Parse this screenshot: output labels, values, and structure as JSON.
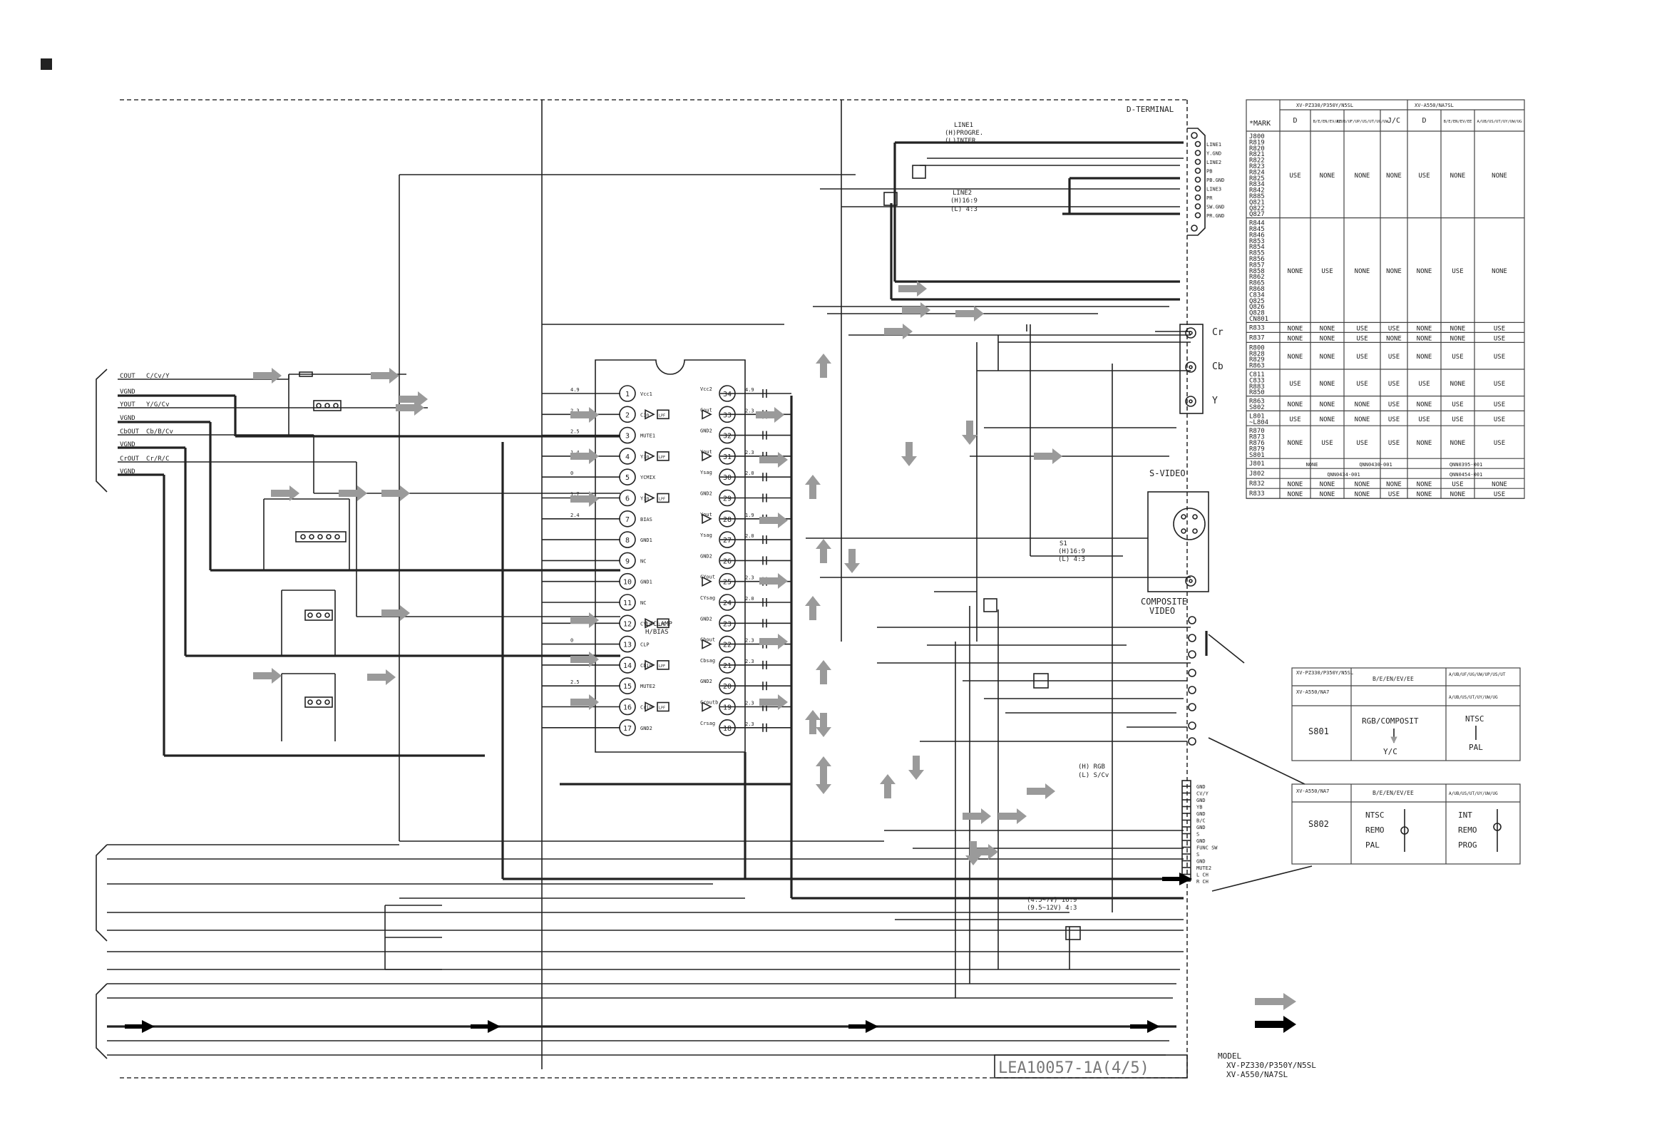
{
  "d_terminal": {
    "title": "D-TERMINAL",
    "pins": [
      "LINE1",
      "Y.GND",
      "LINE2",
      "PB",
      "PB.GND",
      "LINE3",
      "PR",
      "SW.GND",
      "PR.GND"
    ]
  },
  "line_labels": {
    "line1": [
      "LINE1",
      "(H)PROGRE.",
      "(L)INTER."
    ],
    "line2": [
      "LINE2",
      "(H)16:9",
      "(L) 4:3"
    ],
    "s1": [
      "S1",
      "(H)16:9",
      "(L) 4:3"
    ],
    "rgb": [
      "(H) RGB",
      "(L) S/Cv"
    ],
    "voltage": [
      "(4.5~7V) 16:9",
      "(9.5~12V) 4:3"
    ]
  },
  "outputs": {
    "cr": "Cr",
    "cb": "Cb",
    "y": "Y",
    "s_video": "S-VIDEO",
    "composite": [
      "COMPOSITE",
      "VIDEO"
    ]
  },
  "left_signals": [
    "COUT",
    "C/Cv/Y",
    "VGND",
    "YOUT",
    "Y/G/Cv",
    "VGND",
    "CbOUT",
    "Cb/B/Cv",
    "VGND",
    "CrOUT",
    "Cr/R/C",
    "VGND"
  ],
  "ic": {
    "left_pins": [
      {
        "num": "1",
        "name": "Vcc1",
        "v": "4.9"
      },
      {
        "num": "2",
        "name": "Cin",
        "v": "2.3"
      },
      {
        "num": "3",
        "name": "MUTE1",
        "v": "2.5"
      },
      {
        "num": "4",
        "name": "Yin",
        "v": "1.4"
      },
      {
        "num": "5",
        "name": "YCMIX",
        "v": "0"
      },
      {
        "num": "6",
        "name": "Yin",
        "v": "1.7"
      },
      {
        "num": "7",
        "name": "BIAS",
        "v": "2.4"
      },
      {
        "num": "8",
        "name": "GND1",
        "v": ""
      },
      {
        "num": "9",
        "name": "NC",
        "v": ""
      },
      {
        "num": "10",
        "name": "GND1",
        "v": ""
      },
      {
        "num": "11",
        "name": "NC",
        "v": ""
      },
      {
        "num": "12",
        "name": "CYin",
        "v": "1.7"
      },
      {
        "num": "13",
        "name": "CLP",
        "v": "0"
      },
      {
        "num": "14",
        "name": "Cbin",
        "v": "2.3"
      },
      {
        "num": "15",
        "name": "MUTE2",
        "v": "2.5"
      },
      {
        "num": "16",
        "name": "Crin",
        "v": "2.3"
      },
      {
        "num": "17",
        "name": "GND2",
        "v": ""
      }
    ],
    "right_pins": [
      {
        "num": "34",
        "name": "Vcc2",
        "v": "4.9"
      },
      {
        "num": "33",
        "name": "Cout",
        "v": "2.3"
      },
      {
        "num": "32",
        "name": "GND2",
        "v": ""
      },
      {
        "num": "31",
        "name": "Yout",
        "v": "2.3"
      },
      {
        "num": "30",
        "name": "Ysag",
        "v": "2.0"
      },
      {
        "num": "29",
        "name": "GND2",
        "v": ""
      },
      {
        "num": "28",
        "name": "Yout",
        "v": "1.9"
      },
      {
        "num": "27",
        "name": "Ysag",
        "v": "2.0"
      },
      {
        "num": "26",
        "name": "GND2",
        "v": ""
      },
      {
        "num": "25",
        "name": "CYout",
        "v": "2.3"
      },
      {
        "num": "24",
        "name": "CYsag",
        "v": "2.0"
      },
      {
        "num": "23",
        "name": "GND2",
        "v": ""
      },
      {
        "num": "22",
        "name": "Cbout",
        "v": "2.3"
      },
      {
        "num": "21",
        "name": "Cbsag",
        "v": "2.3"
      },
      {
        "num": "20",
        "name": "GND2",
        "v": ""
      },
      {
        "num": "19",
        "name": "Croutb",
        "v": "2.3"
      },
      {
        "num": "18",
        "name": "Crsag",
        "v": "2.3"
      }
    ],
    "clamp_label": [
      "L/CLAMP",
      "H/BIAS"
    ],
    "lpf": "LPF"
  },
  "right_connector_labels": [
    "GND",
    "CV/Y",
    "GND",
    "YB",
    "GND",
    "B/C",
    "GND",
    "S",
    "GND",
    "FUNC SW",
    "S",
    "GND",
    "MUTE2",
    "L CH",
    "R CH"
  ],
  "mark_table": {
    "model_a": "XV-PZ330/P350Y/N5SL",
    "model_b": "XV-A550/NA7SL",
    "mark_header": "*MARK",
    "col_headers": [
      "D",
      "B/E/EN/EV/EE",
      "A/UB/UF/UP/US/UT/UG/UW",
      "J/C",
      "D",
      "B/E/EN/EV/EE",
      "A/UB/US/UT/UY/UW/UG"
    ],
    "rows": [
      {
        "parts": [
          "J800",
          "R819",
          "R820",
          "R821",
          "R822",
          "R823",
          "R824",
          "R825",
          "R834",
          "R842",
          "R885",
          "Q821",
          "Q822",
          "Q827"
        ],
        "values": [
          "USE",
          "NONE",
          "NONE",
          "NONE",
          "USE",
          "NONE",
          "NONE"
        ]
      },
      {
        "parts": [
          "R844",
          "R845",
          "R846",
          "R853",
          "R854",
          "R855",
          "R856",
          "R857",
          "R858",
          "R862",
          "R865",
          "R868",
          "C834",
          "Q825",
          "Q826",
          "Q828",
          "CN801"
        ],
        "values": [
          "NONE",
          "USE",
          "NONE",
          "NONE",
          "NONE",
          "USE",
          "NONE"
        ]
      },
      {
        "parts": [
          "R833"
        ],
        "values": [
          "NONE",
          "NONE",
          "USE",
          "USE",
          "NONE",
          "NONE",
          "USE"
        ]
      },
      {
        "parts": [
          "R837"
        ],
        "values": [
          "NONE",
          "NONE",
          "USE",
          "NONE",
          "NONE",
          "NONE",
          "USE"
        ]
      },
      {
        "parts": [
          "R800",
          "R828",
          "R829",
          "R863"
        ],
        "values": [
          "NONE",
          "NONE",
          "USE",
          "USE",
          "NONE",
          "USE",
          "USE"
        ]
      },
      {
        "parts": [
          "C811",
          "C833",
          "R883",
          "R850"
        ],
        "values": [
          "USE",
          "NONE",
          "USE",
          "USE",
          "USE",
          "NONE",
          "USE"
        ]
      },
      {
        "parts": [
          "R863",
          "S802"
        ],
        "values": [
          "NONE",
          "NONE",
          "NONE",
          "USE",
          "NONE",
          "USE",
          "USE"
        ]
      },
      {
        "parts": [
          "L801",
          "~L804"
        ],
        "values": [
          "USE",
          "NONE",
          "NONE",
          "USE",
          "USE",
          "USE",
          "USE"
        ]
      },
      {
        "parts": [
          "R870",
          "R873",
          "R876",
          "R879",
          "S801"
        ],
        "values": [
          "NONE",
          "USE",
          "USE",
          "USE",
          "NONE",
          "NONE",
          "USE"
        ]
      },
      {
        "parts": [
          "J801"
        ],
        "values": [
          "NONE",
          "QNN0430-001",
          "QNN0395-001"
        ]
      },
      {
        "parts": [
          "J802"
        ],
        "values": [
          "QNN0434-001",
          "QNN0454-001"
        ]
      },
      {
        "parts": [
          "R832"
        ],
        "values": [
          "NONE",
          "NONE",
          "NONE",
          "NONE",
          "NONE",
          "USE",
          "NONE"
        ]
      },
      {
        "parts": [
          "R833"
        ],
        "values": [
          "NONE",
          "NONE",
          "NONE",
          "USE",
          "NONE",
          "NONE",
          "USE"
        ]
      }
    ]
  },
  "s801_table": {
    "model_a": "XV-PZ330/P350Y/N5SL",
    "model_b": "XV-A550/NA7",
    "col1": "B/E/EN/EV/EE",
    "col2a": "A/UB/UF/UG/UW/UP/US/UT",
    "col2b": "A/UB/US/UT/UY/UW/UG",
    "name": "S801",
    "opt1_top": "RGB/COMPOSIT",
    "opt1_bottom": "Y/C",
    "opt2_top": "NTSC",
    "opt2_bottom": "PAL"
  },
  "s802_table": {
    "model": "XV-A550/NA7",
    "col1": "B/E/EN/EV/EE",
    "col2": "A/UB/US/UT/UY/UW/UG",
    "name": "S802",
    "opt1": [
      "NTSC",
      "REMO",
      "PAL"
    ],
    "opt2": [
      "INT",
      "REMO",
      "PROG"
    ]
  },
  "footer": {
    "sheet_id": "LEA10057-1A(4/5)",
    "model_label": "MODEL",
    "models": [
      "XV-PZ330/P350Y/N5SL",
      "XV-A550/NA7SL"
    ]
  },
  "colors": {
    "line": "#222222",
    "gray_arrow": "#9a9a9a",
    "black_arrow": "#000000"
  }
}
